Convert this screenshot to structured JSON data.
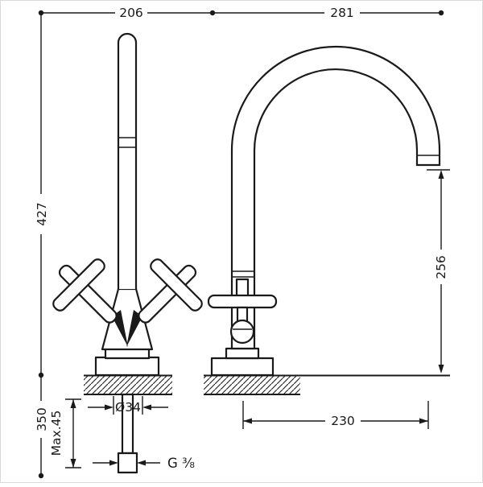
{
  "drawing": {
    "ink_color": "#1a1a1a",
    "labels": {
      "width_front": "206",
      "width_side": "281",
      "total_height": "427",
      "lower_height": "350",
      "spout_height": "256",
      "spout_reach": "230",
      "diameter": "Ø34",
      "max_thickness": "Max.45",
      "thread": "G ⅜"
    }
  }
}
